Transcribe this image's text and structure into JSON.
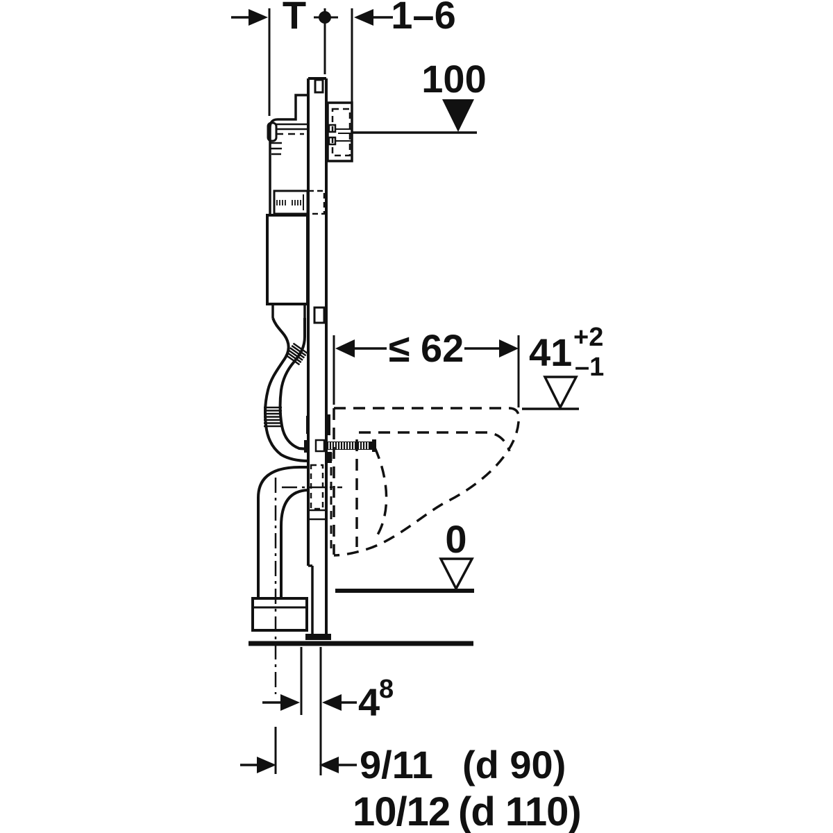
{
  "title": "wall-frame-cistern-installation-diagram",
  "labels": {
    "t": "T",
    "range_1_6": "1–6",
    "level_100": "100",
    "depth_62": "≤ 62",
    "height_41": "41",
    "height_41_plus": "+2",
    "height_41_minus": "–1",
    "level_0": "0",
    "offset_4": "4",
    "offset_4_sup": "8",
    "drain_9_11": "9/11",
    "drain_d90": "(d 90)",
    "drain_10_12": "10/12",
    "drain_d110": "(d 110)"
  },
  "colors": {
    "line": "#111111",
    "background": "#ffffff"
  }
}
